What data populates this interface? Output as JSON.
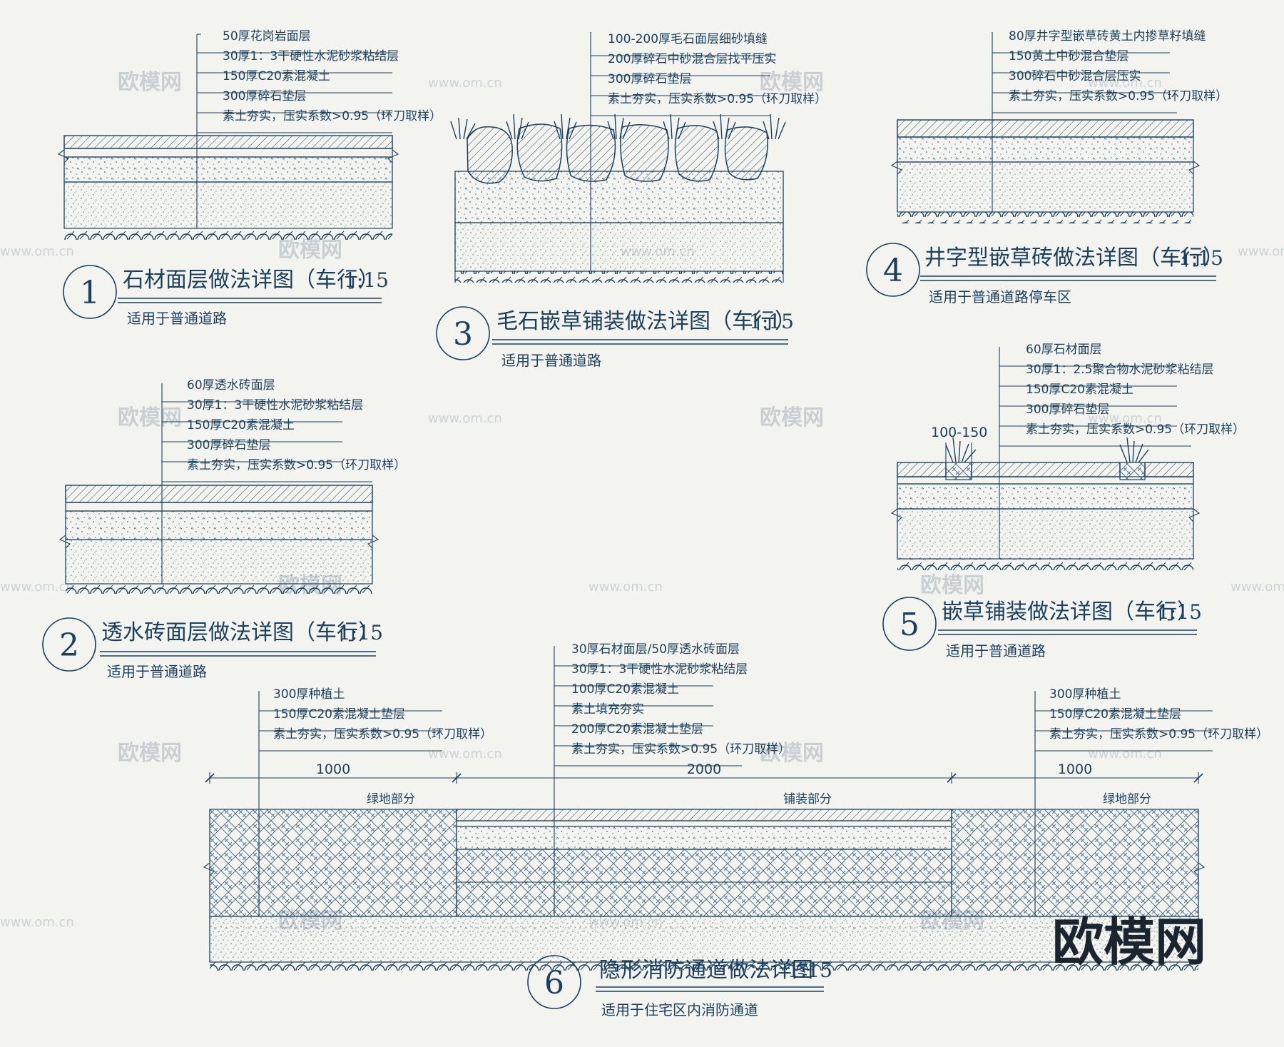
{
  "watermark": {
    "text": "欧模网",
    "url": "www.om.cn",
    "corner_logo": "欧模网"
  },
  "details": [
    {
      "number": "1",
      "title": "石材面层做法详图（车行）",
      "scale": "1:15",
      "subtitle": "适用于普通道路",
      "notes": [
        "50厚花岗岩面层",
        "30厚1：3干硬性水泥砂浆粘结层",
        "150厚C20素混凝土",
        "300厚碎石垫层",
        "素土夯实，压实系数>0.95（环刀取样）"
      ]
    },
    {
      "number": "2",
      "title": "透水砖面层做法详图（车行）",
      "scale": "1:15",
      "subtitle": "适用于普通道路",
      "notes": [
        "60厚透水砖面层",
        "30厚1：3干硬性水泥砂浆粘结层",
        "150厚C20素混凝土",
        "300厚碎石垫层",
        "素土夯实，压实系数>0.95（环刀取样）"
      ]
    },
    {
      "number": "3",
      "title": "毛石嵌草铺装做法详图（车行）",
      "scale": "1:15",
      "subtitle": "适用于普通道路",
      "notes": [
        "100-200厚毛石面层细砂填缝",
        "200厚碎石中砂混合层找平压实",
        "300厚碎石垫层",
        "素土夯实，压实系数>0.95（环刀取样）"
      ]
    },
    {
      "number": "4",
      "title": "井字型嵌草砖做法详图（车行）",
      "scale": "1:15",
      "subtitle": "适用于普通道路停车区",
      "notes": [
        "80厚井字型嵌草砖黄土内掺草籽填缝",
        "150黄土中砂混合垫层",
        "300碎石中砂混合层压实",
        "素土夯实，压实系数>0.95（环刀取样）"
      ]
    },
    {
      "number": "5",
      "title": "嵌草铺装做法详图（车行）",
      "scale": "1:15",
      "subtitle": "适用于普通道路",
      "dimension": "100-150",
      "notes": [
        "60厚石材面层",
        "30厚1：2.5聚合物水泥砂浆粘结层",
        "150厚C20素混凝土",
        "300厚碎石垫层",
        "素土夯实，压实系数>0.95（环刀取样）"
      ]
    },
    {
      "number": "6",
      "title": "隐形消防通道做法详图",
      "scale": "1:15",
      "subtitle": "适用于住宅区内消防通道",
      "notes_left": [
        "300厚种植土",
        "150厚C20素混凝土垫层",
        "素土夯实，压实系数>0.95（环刀取样）"
      ],
      "notes_center": [
        "30厚石材面层/50厚透水砖面层",
        "30厚1：3干硬性水泥砂浆粘结层",
        "100厚C20素混凝土",
        "素土填充夯实",
        "200厚C20素混凝土垫层",
        "素土夯实，压实系数>0.95（环刀取样）"
      ],
      "notes_right": [
        "300厚种植土",
        "150厚C20素混凝土垫层",
        "素土夯实，压实系数>0.95（环刀取样）"
      ],
      "dims": [
        "1000",
        "2000",
        "1000"
      ],
      "zones": [
        "绿地部分",
        "铺装部分",
        "绿地部分"
      ]
    }
  ]
}
